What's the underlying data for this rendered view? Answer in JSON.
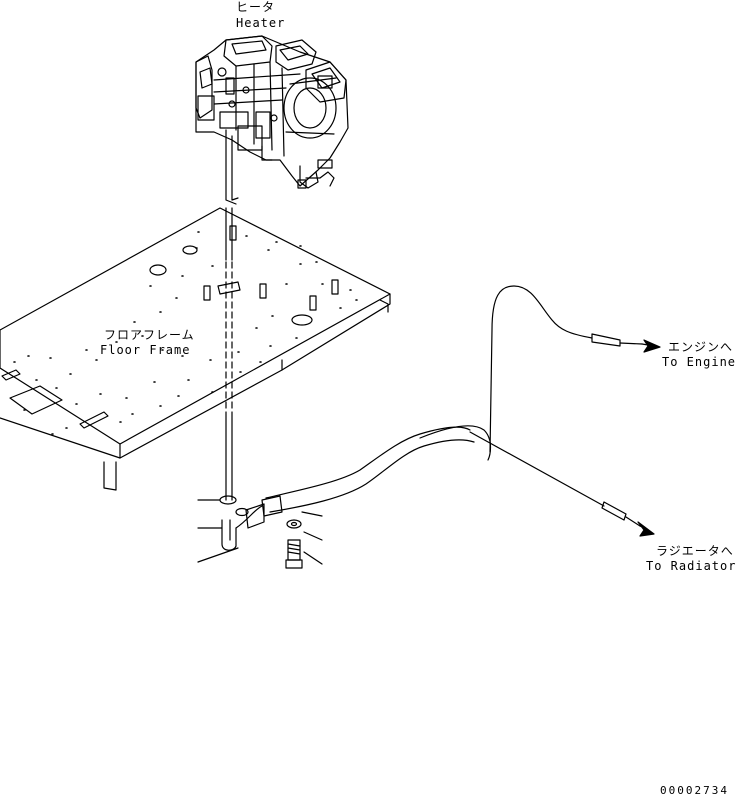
{
  "labels": {
    "heater_jp": "ヒータ",
    "heater_en": "Heater",
    "floor_jp": "フロアフレーム",
    "floor_en": "Floor Frame",
    "engine_jp": "エンジンへ",
    "engine_en": "To Engine",
    "radiator_jp": "ラジエータへ",
    "radiator_en": "To Radiator"
  },
  "drawing_number": "00002734"
}
